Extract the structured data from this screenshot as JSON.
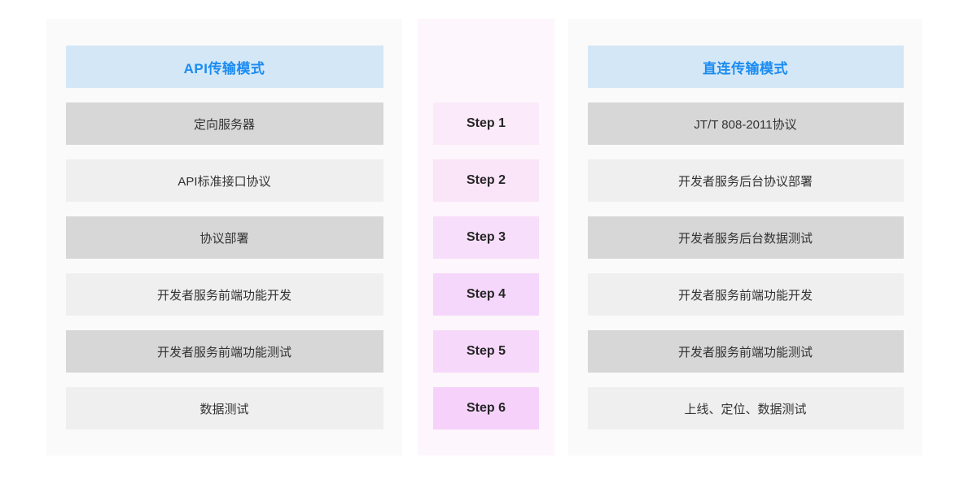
{
  "columns": {
    "left": {
      "header": "API传输模式",
      "header_bg": "#d3e7f6",
      "header_color": "#1b8cf2",
      "rows": [
        {
          "label": "定向服务器",
          "bg": "#d7d7d7"
        },
        {
          "label": "API标准接口协议",
          "bg": "#efefef"
        },
        {
          "label": "协议部署",
          "bg": "#d7d7d7"
        },
        {
          "label": "开发者服务前端功能开发",
          "bg": "#efefef"
        },
        {
          "label": "开发者服务前端功能测试",
          "bg": "#d7d7d7"
        },
        {
          "label": "数据测试",
          "bg": "#efefef"
        }
      ]
    },
    "middle": {
      "background": "#fdf6fc",
      "steps": [
        {
          "label": "Step 1",
          "bg": "#fbeafa"
        },
        {
          "label": "Step 2",
          "bg": "#f9e4f8"
        },
        {
          "label": "Step 3",
          "bg": "#f7defa"
        },
        {
          "label": "Step 4",
          "bg": "#f4d7fa"
        },
        {
          "label": "Step 5",
          "bg": "#f6d8fb"
        },
        {
          "label": "Step 6",
          "bg": "#f6d2fb"
        }
      ]
    },
    "right": {
      "header": "直连传输模式",
      "header_bg": "#d3e7f6",
      "header_color": "#1b8cf2",
      "rows": [
        {
          "label": "JT/T 808-2011协议",
          "bg": "#d7d7d7"
        },
        {
          "label": "开发者服务后台协议部署",
          "bg": "#efefef"
        },
        {
          "label": "开发者服务后台数据测试",
          "bg": "#d7d7d7"
        },
        {
          "label": "开发者服务前端功能开发",
          "bg": "#efefef"
        },
        {
          "label": "开发者服务前端功能测试",
          "bg": "#d7d7d7"
        },
        {
          "label": "上线、定位、数据测试",
          "bg": "#efefef"
        }
      ]
    }
  }
}
